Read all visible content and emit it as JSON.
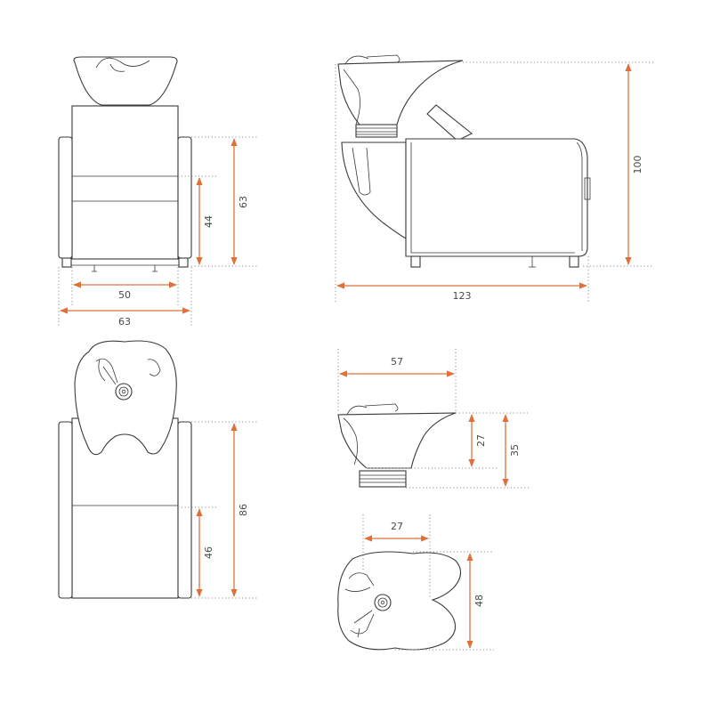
{
  "dimensions": {
    "front_back_height": "63",
    "front_seat_height": "44",
    "front_inner_width": "50",
    "front_outer_width": "63",
    "side_height": "100",
    "side_length": "123",
    "top_length": "86",
    "top_seat_length": "46",
    "bowl_side_width": "57",
    "bowl_inner_height": "27",
    "bowl_outer_height": "35",
    "bowl_top_depth": "27",
    "bowl_top_length": "48"
  },
  "colors": {
    "dimension_lines": "#e0703a",
    "outline": "#3a3a3a",
    "guides": "#8c8c8c"
  }
}
